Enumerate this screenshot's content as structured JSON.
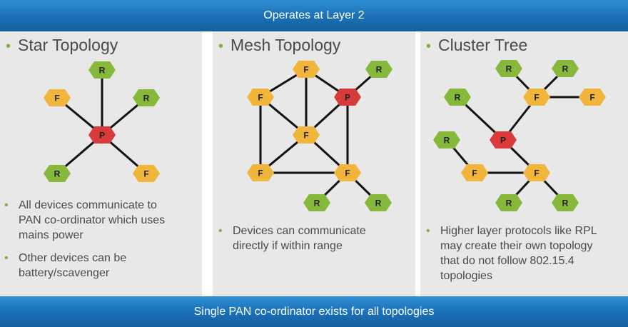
{
  "header": {
    "title": "Operates at Layer 2"
  },
  "footer": {
    "text": "Single PAN co-ordinator exists for all topologies"
  },
  "colors": {
    "pan": "#d93a3a",
    "ffd": "#f0b53a",
    "rfd": "#86b83c",
    "banner": "#1f78c1",
    "panel": "#e8e8e8"
  },
  "legend_labels": {
    "pan": "P",
    "ffd": "F",
    "rfd": "R"
  },
  "panels": [
    {
      "title": "Star Topology",
      "bullets": [
        "All devices communicate to\nPAN co-ordinator which uses\nmains power",
        "Other devices can be\nbattery/scavenger"
      ],
      "nodes": [
        {
          "id": "P",
          "label": "P",
          "kind": "pan"
        },
        {
          "id": "R1",
          "label": "R",
          "kind": "rfd"
        },
        {
          "id": "R2",
          "label": "R",
          "kind": "rfd"
        },
        {
          "id": "F1",
          "label": "F",
          "kind": "ffd"
        },
        {
          "id": "R3",
          "label": "R",
          "kind": "rfd"
        },
        {
          "id": "F2",
          "label": "F",
          "kind": "ffd"
        }
      ],
      "links": [
        [
          "P",
          "R1"
        ],
        [
          "P",
          "R2"
        ],
        [
          "P",
          "F1"
        ],
        [
          "P",
          "R3"
        ],
        [
          "P",
          "F2"
        ]
      ]
    },
    {
      "title": "Mesh Topology",
      "bullets": [
        "Devices can communicate\ndirectly if within range"
      ],
      "nodes": [
        {
          "id": "Ft",
          "label": "F",
          "kind": "ffd"
        },
        {
          "id": "Rtr",
          "label": "R",
          "kind": "rfd"
        },
        {
          "id": "Fl",
          "label": "F",
          "kind": "ffd"
        },
        {
          "id": "P",
          "label": "P",
          "kind": "pan"
        },
        {
          "id": "Fc",
          "label": "F",
          "kind": "ffd"
        },
        {
          "id": "Fbl",
          "label": "F",
          "kind": "ffd"
        },
        {
          "id": "Fbr",
          "label": "F",
          "kind": "ffd"
        },
        {
          "id": "Rb1",
          "label": "R",
          "kind": "rfd"
        },
        {
          "id": "Rb2",
          "label": "R",
          "kind": "rfd"
        }
      ],
      "links": [
        [
          "Ft",
          "Fl"
        ],
        [
          "Ft",
          "P"
        ],
        [
          "Ft",
          "Fc"
        ],
        [
          "Fl",
          "Fc"
        ],
        [
          "Fl",
          "Fbl"
        ],
        [
          "P",
          "Rtr"
        ],
        [
          "P",
          "Fc"
        ],
        [
          "P",
          "Fbr"
        ],
        [
          "Fc",
          "Fbl"
        ],
        [
          "Fc",
          "Fbr"
        ],
        [
          "Fbl",
          "Fbr"
        ],
        [
          "Fbr",
          "Rb1"
        ],
        [
          "Fbr",
          "Rb2"
        ]
      ]
    },
    {
      "title": "Cluster Tree",
      "bullets": [
        "Higher layer protocols like RPL\nmay create their own topology\nthat do not follow 802.15.4\ntopologies"
      ],
      "nodes": [
        {
          "id": "Rt1",
          "label": "R",
          "kind": "rfd"
        },
        {
          "id": "Rt2",
          "label": "R",
          "kind": "rfd"
        },
        {
          "id": "Ft",
          "label": "F",
          "kind": "ffd"
        },
        {
          "id": "Frt",
          "label": "F",
          "kind": "ffd"
        },
        {
          "id": "Rl1",
          "label": "R",
          "kind": "rfd"
        },
        {
          "id": "P",
          "label": "P",
          "kind": "pan"
        },
        {
          "id": "Rl2",
          "label": "R",
          "kind": "rfd"
        },
        {
          "id": "Fm",
          "label": "F",
          "kind": "ffd"
        },
        {
          "id": "Fb",
          "label": "F",
          "kind": "ffd"
        },
        {
          "id": "Rb1",
          "label": "R",
          "kind": "rfd"
        },
        {
          "id": "Rb2",
          "label": "R",
          "kind": "rfd"
        }
      ],
      "links": [
        [
          "Rt1",
          "Ft"
        ],
        [
          "Rt2",
          "Ft"
        ],
        [
          "Ft",
          "Frt"
        ],
        [
          "Ft",
          "P"
        ],
        [
          "Rl1",
          "P"
        ],
        [
          "P",
          "Fb"
        ],
        [
          "Rl2",
          "Fm"
        ],
        [
          "Fm",
          "Fb"
        ],
        [
          "Fb",
          "Rb1"
        ],
        [
          "Fb",
          "Rb2"
        ]
      ]
    }
  ]
}
